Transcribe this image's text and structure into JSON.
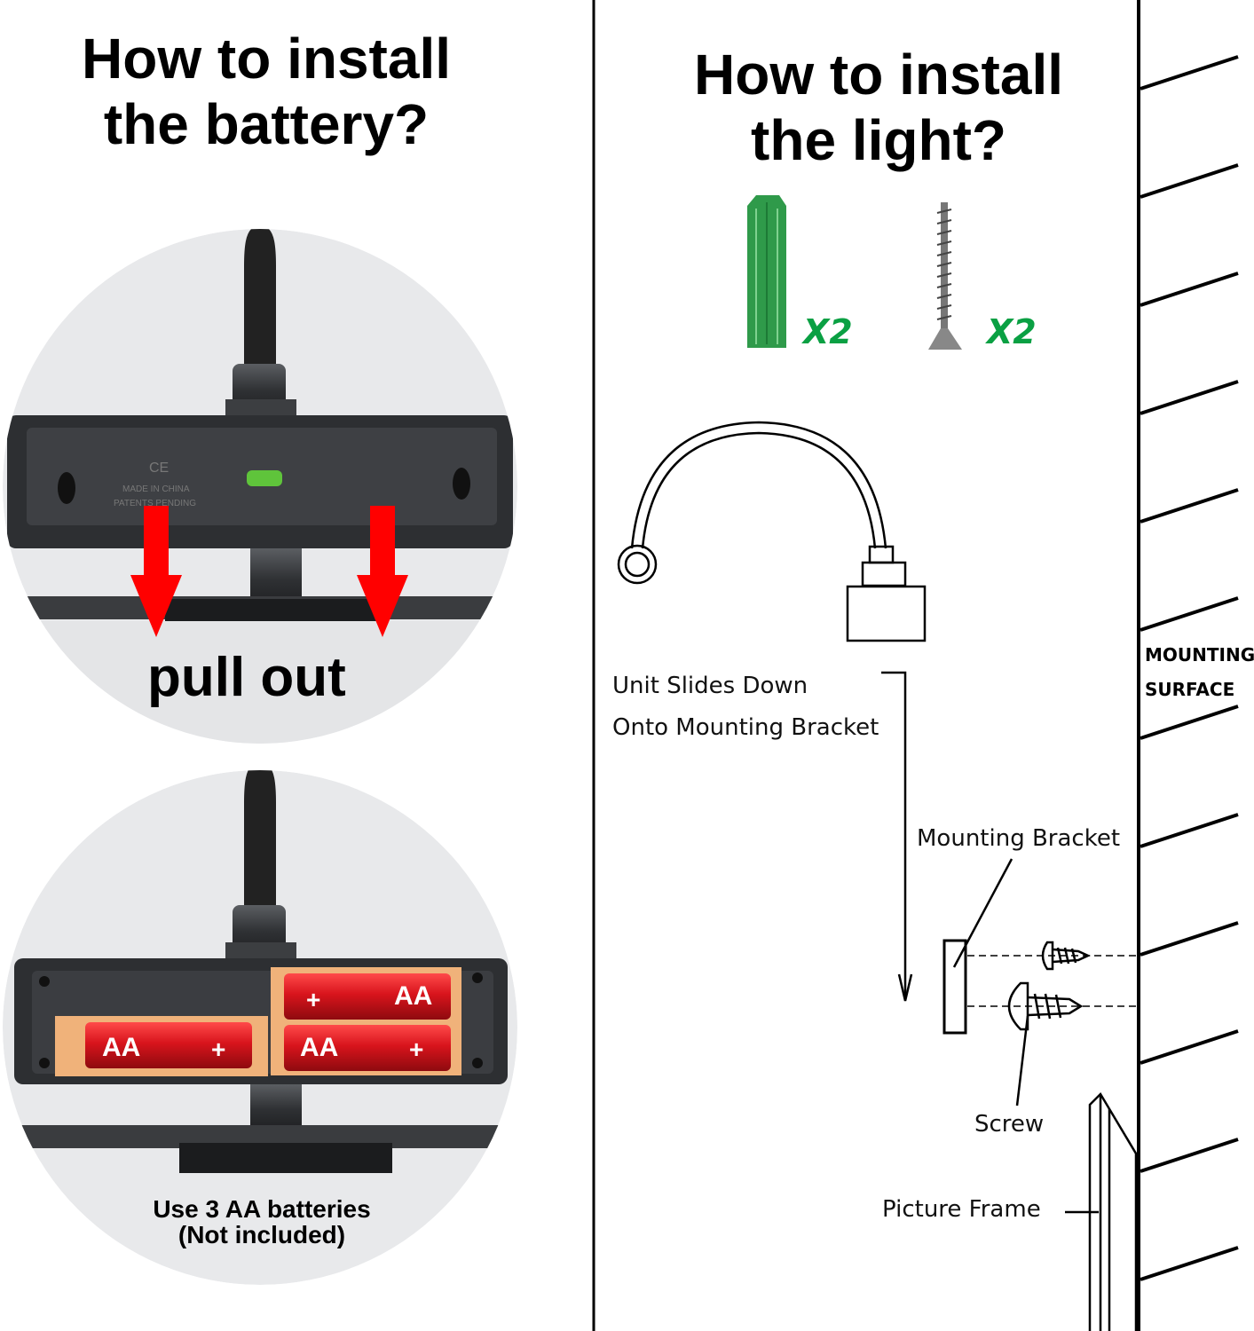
{
  "left": {
    "title_line1": "How to install",
    "title_line2": "the battery?",
    "pull_out": "pull out",
    "batteries_line1": "Use 3 AA batteries",
    "batteries_line2": "(Not included)",
    "battery_label": "AA",
    "battery_plus": "+",
    "body_text_1": "MADE IN CHINA",
    "body_text_2": "PATENTS PENDING",
    "ce_mark": "CE"
  },
  "right": {
    "title_line1": "How to install",
    "title_line2": "the light?",
    "anchor_qty": "X2",
    "screw_qty": "X2",
    "slide_line1": "Unit Slides Down",
    "slide_line2": "Onto Mounting Bracket",
    "mounting_bracket": "Mounting Bracket",
    "screw": "Screw",
    "picture_frame": "Picture Frame",
    "mounting_surface_line1": "MOUNTING",
    "mounting_surface_line2": "SURFACE"
  },
  "colors": {
    "arrow_red": "#ff0000",
    "battery_red": "#d8141c",
    "battery_orange": "#f0b27a",
    "anchor_green": "#2f9a4a",
    "x2_green": "#0aa043",
    "lamp_dark": "#3a3c3f"
  }
}
